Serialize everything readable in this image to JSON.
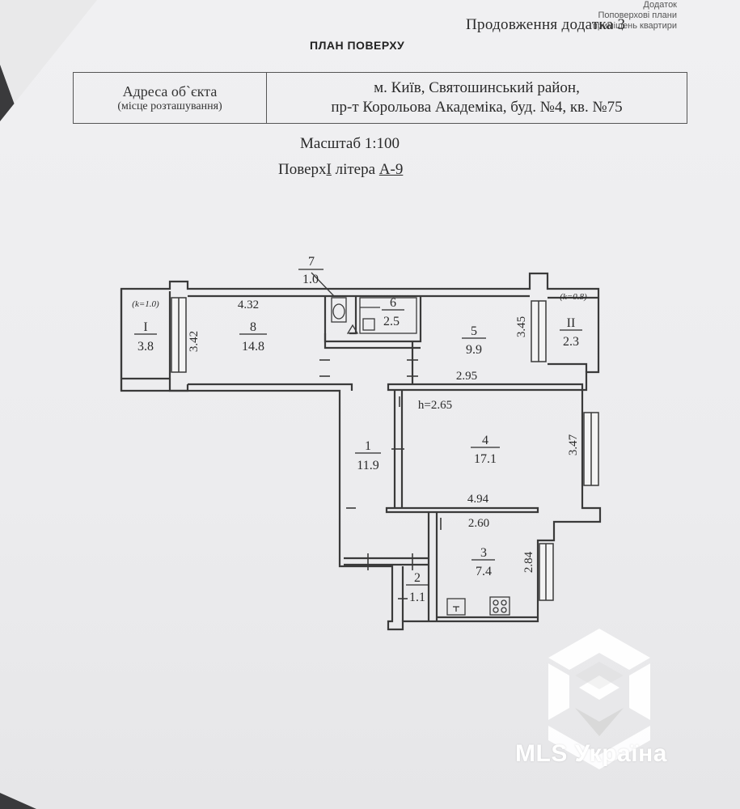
{
  "header": {
    "corner_note": [
      "Додаток",
      "Поповерхові плани",
      "приміщень квартири"
    ],
    "continuation": "Продовження додатка 3",
    "plan_title": "ПЛАН ПОВЕРХУ"
  },
  "address": {
    "label_line1": "Адреса об`єкта",
    "label_line2": "(місце розташування)",
    "value_line1": "м. Київ, Святошинський район,",
    "value_line2": "пр-т Корольова Академіка, буд. №4, кв. №75"
  },
  "scale": {
    "text": "Масштаб 1:100"
  },
  "floor": {
    "prefix": "Поверх",
    "floor_number": "I",
    "middle": "літера",
    "letter": "А-9"
  },
  "rooms": [
    {
      "id": "1",
      "area": "11.9"
    },
    {
      "id": "2",
      "area": "1.1"
    },
    {
      "id": "3",
      "area": "7.4"
    },
    {
      "id": "4",
      "area": "17.1"
    },
    {
      "id": "5",
      "area": "9.9"
    },
    {
      "id": "6",
      "area": "2.5"
    },
    {
      "id": "7",
      "area": "1.0"
    },
    {
      "id": "8",
      "area": "14.8"
    },
    {
      "id": "I",
      "area": "3.8",
      "coef": "(k=1.0)"
    },
    {
      "id": "II",
      "area": "2.3",
      "coef": "(k=0.8)"
    }
  ],
  "dimensions": {
    "room8_width": "4.32",
    "room8_depth": "3.42",
    "room5_depth": "3.45",
    "room5_width": "2.95",
    "ceiling_height": "h=2.65",
    "room4_depth": "3.47",
    "room4_width": "4.94",
    "room3_width": "2.60",
    "room3_depth": "2.84"
  },
  "watermark": {
    "text": "MLS Україна"
  }
}
